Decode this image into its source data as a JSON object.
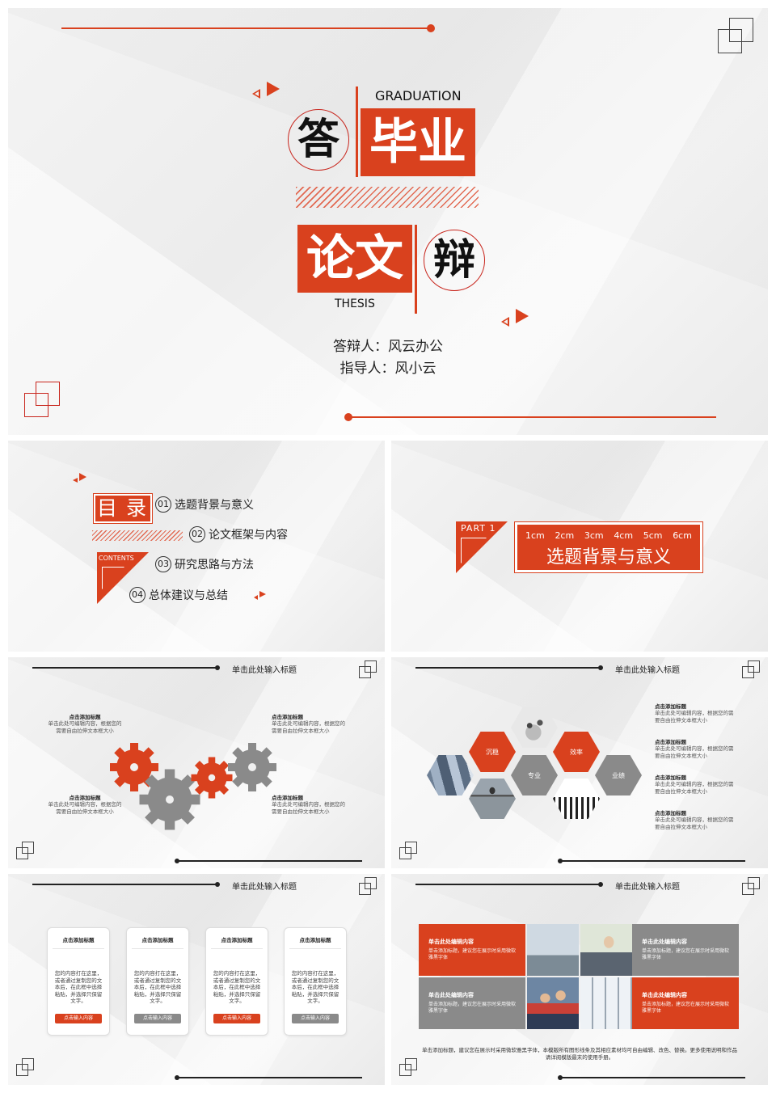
{
  "cover": {
    "graduation": "GRADUATION",
    "char_da": "答",
    "title_biye": "毕业",
    "title_lunwen": "论文",
    "char_bian": "辩",
    "thesis": "THESIS",
    "defender": "答辩人：风云办公",
    "advisor": "指导人：风小云"
  },
  "toc": {
    "mu": "目",
    "lu": "录",
    "contents": "CONTENTS",
    "items": [
      {
        "num": "01",
        "label": "选题背景与意义"
      },
      {
        "num": "02",
        "label": "论文框架与内容"
      },
      {
        "num": "03",
        "label": "研究思路与方法"
      },
      {
        "num": "04",
        "label": "总体建议与总结"
      }
    ]
  },
  "part1": {
    "part": "PART 1",
    "ruler": [
      "1cm",
      "2cm",
      "3cm",
      "4cm",
      "5cm",
      "6cm"
    ],
    "title": "选题背景与意义"
  },
  "slide_title": "单击此处输入标题",
  "gears": {
    "blocks": [
      {
        "title": "点击添加标题",
        "text": "单击此处可编辑内容，根据您的需要自由拉伸文本框大小"
      },
      {
        "title": "点击添加标题",
        "text": "单击此处可编辑内容，根据您的需要自由拉伸文本框大小"
      },
      {
        "title": "点击添加标题",
        "text": "单击此处可编辑内容，根据您的需要自由拉伸文本框大小"
      },
      {
        "title": "点击添加标题",
        "text": "单击此处可编辑内容，根据您的需要自由拉伸文本框大小"
      }
    ]
  },
  "hexes": {
    "labels": [
      "沉稳",
      "效率",
      "专业",
      "业绩"
    ],
    "blocks": [
      {
        "title": "点击添加标题",
        "text": "单击此处可编辑内容，根据您的需要自由拉伸文本框大小"
      },
      {
        "title": "点击添加标题",
        "text": "单击此处可编辑内容，根据您的需要自由拉伸文本框大小"
      },
      {
        "title": "点击添加标题",
        "text": "单击此处可编辑内容，根据您的需要自由拉伸文本框大小"
      },
      {
        "title": "点击添加标题",
        "text": "单击此处可编辑内容，根据您的需要自由拉伸文本框大小"
      }
    ]
  },
  "cards": [
    {
      "title": "点击添加标题",
      "text": "您的内容打在这里，或者通过复制您的文本后，在此框中选择粘贴，并选择只保留文字。",
      "button": "点击输入内容"
    },
    {
      "title": "点击添加标题",
      "text": "您的内容打在这里，或者通过复制您的文本后，在此框中选择粘贴，并选择只保留文字。",
      "button": "点击输入内容"
    },
    {
      "title": "点击添加标题",
      "text": "您的内容打在这里，或者通过复制您的文本后，在此框中选择粘贴，并选择只保留文字。",
      "button": "点击输入内容"
    },
    {
      "title": "点击添加标题",
      "text": "您的内容打在这里，或者通过复制您的文本后，在此框中选择粘贴，并选择只保留文字。",
      "button": "点击输入内容"
    }
  ],
  "tiles": [
    {
      "title": "单击此处编辑内容",
      "text": "单击添加标题，建议您在展示时采用微软雅黑字体"
    },
    {
      "title": "单击此处编辑内容",
      "text": "单击添加标题，建议您在展示时采用微软雅黑字体"
    },
    {
      "title": "单击此处编辑内容",
      "text": "单击添加标题，建议您在展示时采用微软雅黑字体"
    },
    {
      "title": "单击此处编辑内容",
      "text": "单击添加标题，建议您在展示时采用微软雅黑字体"
    }
  ],
  "footnote": "单击添加标题，建议您在展示时采用微软雅黑字体，本模版所有图形线条及其相应素材均可自由编辑、改色、替换。更多使用说明和作品请详阅模版最末的使用手册。",
  "colors": {
    "accent": "#d9411e",
    "gray": "#8a8a8a",
    "dark": "#222222"
  }
}
